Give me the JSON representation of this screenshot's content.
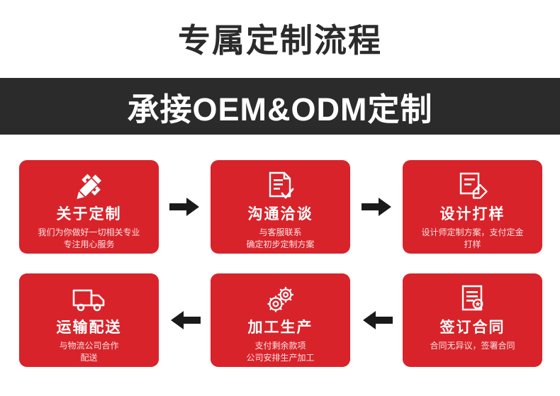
{
  "header": {
    "main_title": "专属定制流程",
    "band_title": "承接OEM&ODM定制",
    "band_bg": "#2b2b2b",
    "title_color": "#2b2b2b"
  },
  "theme": {
    "card_red": "#d8232a",
    "card_text": "#ffffff",
    "card_desc": "#fbe3e4",
    "arrow_color": "#1a1a1a",
    "page_bg": "#ffffff"
  },
  "flow": {
    "steps": [
      {
        "index": 1,
        "icon": "pencil-edit-icon",
        "title": "关于定制",
        "desc_lines": [
          "我们为你做好一切相关专业",
          "专注用心服务"
        ]
      },
      {
        "index": 2,
        "icon": "document-check-icon",
        "title": "沟通洽谈",
        "desc_lines": [
          "与客服联系",
          "确定初步定制方案"
        ]
      },
      {
        "index": 3,
        "icon": "document-tag-icon",
        "title": "设计打样",
        "desc_lines": [
          "设计师定制方案，支付定金",
          "打样"
        ]
      },
      {
        "index": 4,
        "icon": "truck-icon",
        "title": "运输配送",
        "desc_lines": [
          "与物流公司合作",
          "配送"
        ]
      },
      {
        "index": 5,
        "icon": "gears-icon",
        "title": "加工生产",
        "desc_lines": [
          "支付剩余款项",
          "公司安排生产加工"
        ]
      },
      {
        "index": 6,
        "icon": "contract-seal-icon",
        "title": "签订合同",
        "desc_lines": [
          "合同无异议，签署合同"
        ]
      }
    ],
    "arrows": [
      {
        "name": "arrow-step1-to-step2",
        "direction": "right"
      },
      {
        "name": "arrow-step2-to-step3",
        "direction": "right"
      },
      {
        "name": "arrow-step5-to-step4",
        "direction": "left"
      },
      {
        "name": "arrow-step6-to-step5",
        "direction": "left"
      }
    ]
  }
}
